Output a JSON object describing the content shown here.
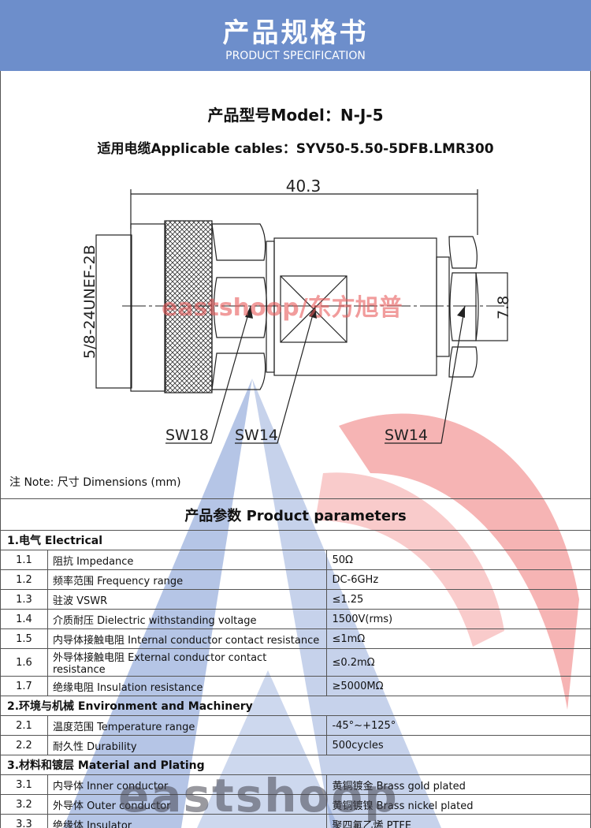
{
  "header": {
    "title": "产品规格书",
    "subtitle": "PRODUCT SPECIFICATION"
  },
  "model_line": "产品型号Model：N-J-5",
  "cables_line": "适用电缆Applicable cables：SYV50-5.50-5DFB.LMR300",
  "drawing": {
    "overall_length": "40.3",
    "thread_label": "5/8-24UNEF-2B",
    "cable_dia": "7.8",
    "sw_labels": [
      "SW18",
      "SW14",
      "SW14"
    ]
  },
  "watermark": {
    "top": "eastshoop/东方旭普",
    "bottom": "eastshoop"
  },
  "note": "注 Note:  尺寸 Dimensions (mm)",
  "params": {
    "title": "产品参数 Product parameters",
    "sections": [
      {
        "name": "1.电气 Electrical",
        "rows": [
          {
            "num": "1.1",
            "name": "阻抗 Impedance",
            "value": "50Ω"
          },
          {
            "num": "1.2",
            "name": "频率范围 Frequency range",
            "value": "DC-6GHz"
          },
          {
            "num": "1.3",
            "name": "驻波 VSWR",
            "value": "≤1.25"
          },
          {
            "num": "1.4",
            "name": "介质耐压 Dielectric withstanding voltage",
            "value": "1500V(rms)"
          },
          {
            "num": "1.5",
            "name": "内导体接触电阻 Internal conductor contact resistance",
            "value": "≤1mΩ"
          },
          {
            "num": "1.6",
            "name": "外导体接触电阻 External conductor contact resistance",
            "value": "≤0.2mΩ"
          },
          {
            "num": "1.7",
            "name": "绝缘电阻  Insulation resistance",
            "value": "≥5000MΩ"
          }
        ]
      },
      {
        "name": "2.环境与机械 Environment and Machinery",
        "rows": [
          {
            "num": "2.1",
            "name": "温度范围 Temperature range",
            "value": "-45°~+125°"
          },
          {
            "num": "2.2",
            "name": "耐久性 Durability",
            "value": "500cycles"
          }
        ]
      },
      {
        "name": "3.材料和镀层 Material and Plating",
        "rows": [
          {
            "num": "3.1",
            "name": "内导体 Inner conductor",
            "value": "黄铜镀金 Brass gold plated"
          },
          {
            "num": "3.2",
            "name": "外导体 Outer conductor",
            "value": "黄铜镀镍 Brass nickel plated"
          },
          {
            "num": "3.3",
            "name": "绝缘体 Insulator",
            "value": "聚四氟乙烯 PTFE"
          }
        ]
      }
    ]
  },
  "colors": {
    "header_bg": "#6d8ecb",
    "deco_blue": "#5b7fc7",
    "deco_red": "#ee6a6a"
  }
}
